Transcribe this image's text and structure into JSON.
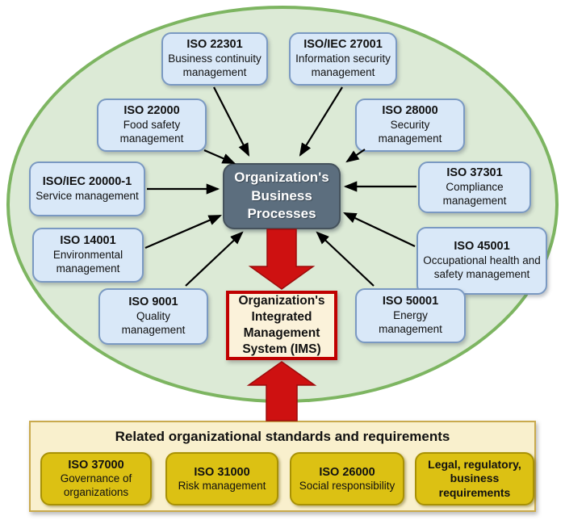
{
  "center_box": {
    "title": "Organization's Business Processes"
  },
  "ims_box": {
    "title": "Organization's Integrated Management System (IMS)"
  },
  "standards": [
    {
      "code": "ISO 22301",
      "label": "Business continuity management"
    },
    {
      "code": "ISO/IEC 27001",
      "label": "Information security management"
    },
    {
      "code": "ISO 22000",
      "label": "Food safety management"
    },
    {
      "code": "ISO 28000",
      "label": "Security management"
    },
    {
      "code": "ISO/IEC 20000-1",
      "label": "Service management"
    },
    {
      "code": "ISO 37301",
      "label": "Compliance management"
    },
    {
      "code": "ISO 14001",
      "label": "Environmental management"
    },
    {
      "code": "ISO 45001",
      "label": "Occupational health and safety management"
    },
    {
      "code": "ISO 9001",
      "label": "Quality management"
    },
    {
      "code": "ISO 50001",
      "label": "Energy management"
    }
  ],
  "band": {
    "title": "Related organizational standards and requirements",
    "items": [
      {
        "code": "ISO 37000",
        "label": "Governance of organizations"
      },
      {
        "code": "ISO 31000",
        "label": "Risk management"
      },
      {
        "code": "ISO 26000",
        "label": "Social responsibility"
      },
      {
        "code": "",
        "label": "Legal, regulatory, business requirements"
      }
    ]
  },
  "colors": {
    "ellipse_fill": "#dcead6",
    "ellipse_border": "#7db561",
    "standard_box_fill": "#d9e8f8",
    "standard_box_border": "#7a99c2",
    "center_box_fill": "#5c6e7e",
    "ims_fill": "#fbf2da",
    "ims_border": "#c00000",
    "red_arrow": "#ce1111",
    "band_fill": "#f9f0cd",
    "band_border": "#c9aa4e",
    "yellow_box_fill": "#dcc113",
    "yellow_box_border": "#a89104"
  }
}
